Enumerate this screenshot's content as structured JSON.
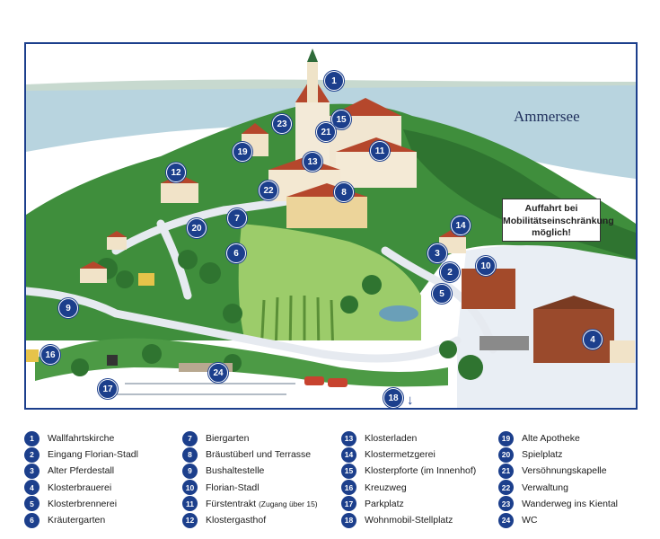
{
  "map": {
    "lake_label": "Ammersee",
    "notice": [
      "Auffahrt bei",
      "Mobilitätseinschränkung",
      "möglich!"
    ],
    "arrow_icon": "arrow-down-icon",
    "colors": {
      "marker": "#1c3f8c",
      "lake": "#b8d4df",
      "forest": "#3f8e3c",
      "meadow": "#9ccc6a",
      "road": "#e6eaf0",
      "roof": "#b5472c"
    },
    "markers": [
      {
        "num": "1"
      },
      {
        "num": "2"
      },
      {
        "num": "3"
      },
      {
        "num": "4"
      },
      {
        "num": "5"
      },
      {
        "num": "6"
      },
      {
        "num": "7"
      },
      {
        "num": "8"
      },
      {
        "num": "9"
      },
      {
        "num": "10"
      },
      {
        "num": "11"
      },
      {
        "num": "12"
      },
      {
        "num": "13"
      },
      {
        "num": "14"
      },
      {
        "num": "15"
      },
      {
        "num": "16"
      },
      {
        "num": "17"
      },
      {
        "num": "18"
      },
      {
        "num": "19"
      },
      {
        "num": "20"
      },
      {
        "num": "21"
      },
      {
        "num": "22"
      },
      {
        "num": "23"
      },
      {
        "num": "24"
      }
    ]
  },
  "legend": [
    {
      "num": "1",
      "label": "Wallfahrtskirche"
    },
    {
      "num": "2",
      "label": "Eingang Florian-Stadl"
    },
    {
      "num": "3",
      "label": "Alter Pferdestall"
    },
    {
      "num": "4",
      "label": "Klosterbrauerei"
    },
    {
      "num": "5",
      "label": "Klosterbrennerei"
    },
    {
      "num": "6",
      "label": "Kräutergarten"
    },
    {
      "num": "7",
      "label": "Biergarten"
    },
    {
      "num": "8",
      "label": "Bräustüberl und Terrasse"
    },
    {
      "num": "9",
      "label": "Bushaltestelle"
    },
    {
      "num": "10",
      "label": "Florian-Stadl"
    },
    {
      "num": "11",
      "label": "Fürstentrakt",
      "note": "(Zugang über 15)"
    },
    {
      "num": "12",
      "label": "Klostergasthof"
    },
    {
      "num": "13",
      "label": "Klosterladen"
    },
    {
      "num": "14",
      "label": "Klostermetzgerei"
    },
    {
      "num": "15",
      "label": "Klosterpforte (im Innenhof)"
    },
    {
      "num": "16",
      "label": "Kreuzweg"
    },
    {
      "num": "17",
      "label": "Parkplatz"
    },
    {
      "num": "18",
      "label": "Wohnmobil-Stellplatz"
    },
    {
      "num": "19",
      "label": "Alte Apotheke"
    },
    {
      "num": "20",
      "label": "Spielplatz"
    },
    {
      "num": "21",
      "label": "Versöhnungskapelle"
    },
    {
      "num": "22",
      "label": "Verwaltung"
    },
    {
      "num": "23",
      "label": "Wanderweg ins Kiental"
    },
    {
      "num": "24",
      "label": "WC"
    }
  ]
}
